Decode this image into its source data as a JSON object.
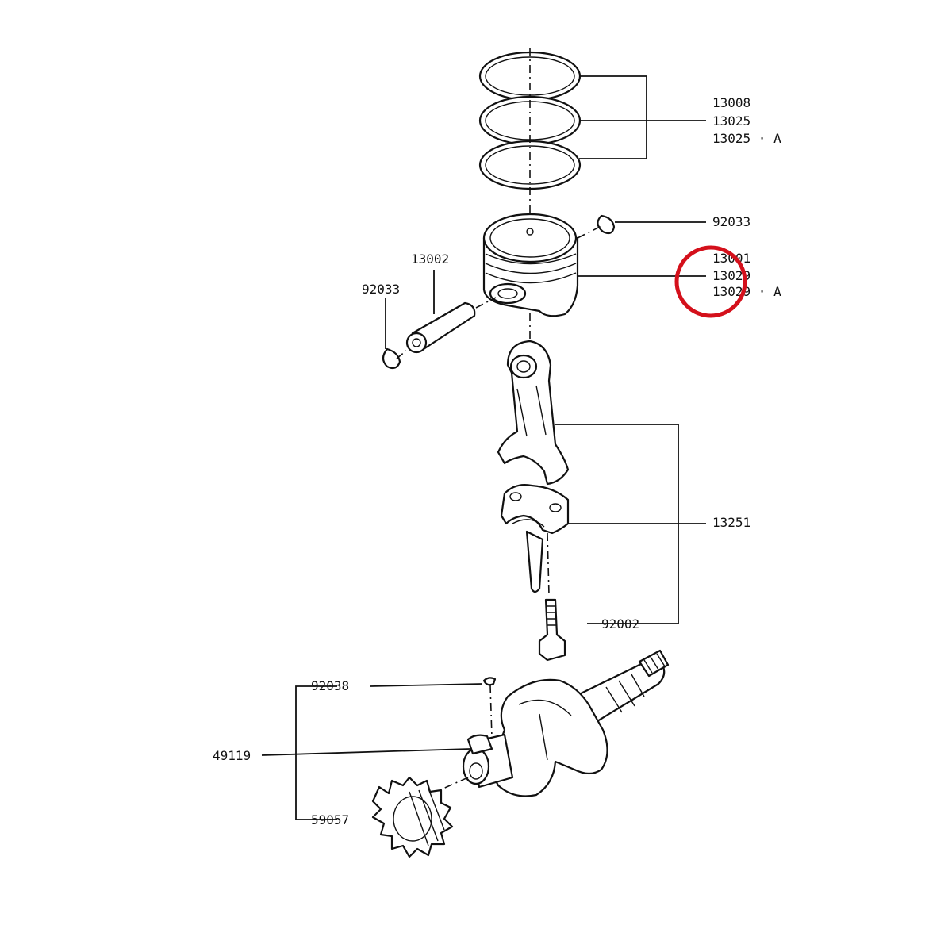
{
  "diagram": {
    "labels": {
      "ring_1": "13008",
      "ring_2": "13025",
      "ring_3": "13025 · A",
      "circlip_right": "92033",
      "piston_1": "13001",
      "piston_2": "13029",
      "piston_3": "13029 · A",
      "pin": "13002",
      "circlip_left": "92033",
      "connecting_rod": "13251",
      "rod_bolt": "92002",
      "key": "92038",
      "crankshaft": "49119",
      "gear": "59057"
    },
    "colors": {
      "line": "#111111",
      "highlight": "#d4101b",
      "background": "#ffffff"
    },
    "highlight_target": "piston_2"
  }
}
